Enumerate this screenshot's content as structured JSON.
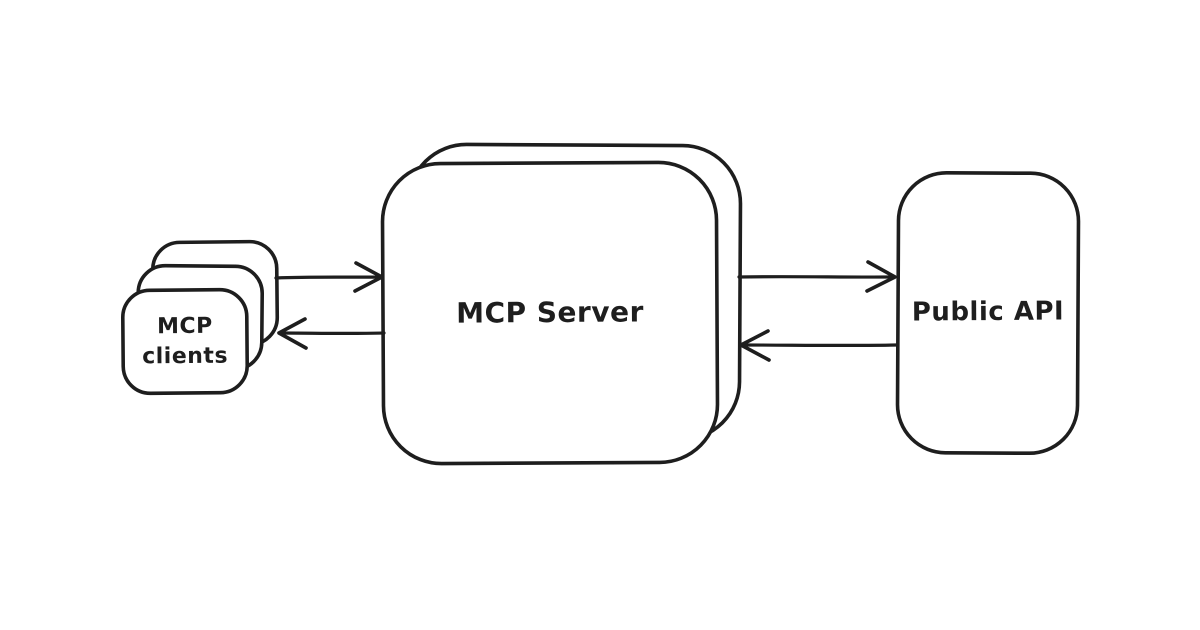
{
  "colors": {
    "background": "#ffffff",
    "stroke": "#1e1e1e"
  },
  "diagram_type": "architecture-flow",
  "nodes": {
    "clients": {
      "label": "MCP clients",
      "shape": "stacked-rounded-rect-x3"
    },
    "server": {
      "label": "MCP Server",
      "shape": "stacked-rounded-rect-x2"
    },
    "api": {
      "label": "Public API",
      "shape": "rounded-rect"
    }
  },
  "edges": [
    {
      "from": "clients",
      "to": "server",
      "direction": "right"
    },
    {
      "from": "server",
      "to": "clients",
      "direction": "left"
    },
    {
      "from": "server",
      "to": "api",
      "direction": "right"
    },
    {
      "from": "api",
      "to": "server",
      "direction": "left"
    }
  ]
}
